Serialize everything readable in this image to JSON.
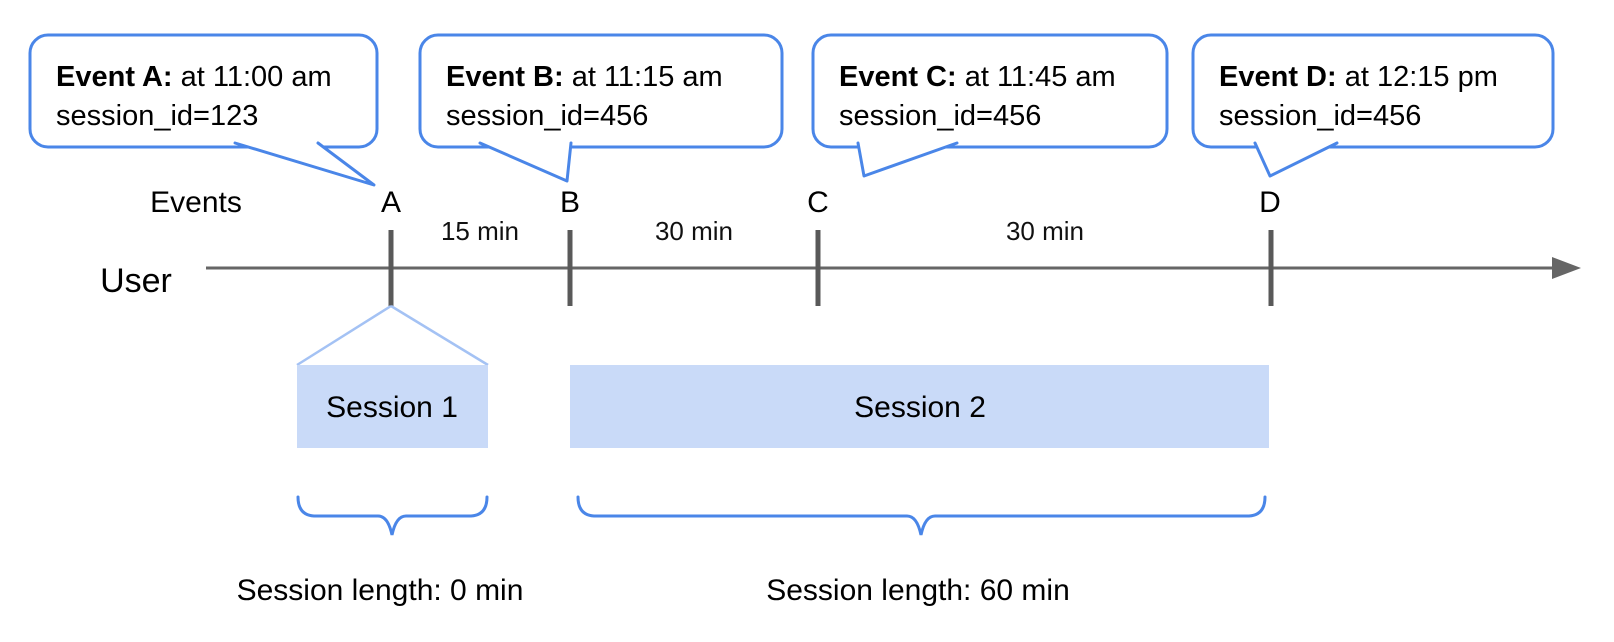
{
  "colors": {
    "callout_border_blue": "#4a86e8",
    "brace_blue": "#4a86e8",
    "funnel_light_blue": "#a4c2f4",
    "session_box_fill": "#c9daf8",
    "axis_gray": "#666666",
    "tick_gray": "#595959",
    "text_black": "#000000"
  },
  "callouts": [
    {
      "event": "A",
      "bold": "Event A:",
      "time": " at 11:00 am",
      "session_line": "session_id=123"
    },
    {
      "event": "B",
      "bold": "Event B:",
      "time": " at 11:15 am",
      "session_line": "session_id=456"
    },
    {
      "event": "C",
      "bold": "Event C:",
      "time": " at 11:45 am",
      "session_line": "session_id=456"
    },
    {
      "event": "D",
      "bold": "Event D:",
      "time": " at 12:15 pm",
      "session_line": "session_id=456"
    }
  ],
  "timeline": {
    "events_row_label": "Events",
    "axis_label": "User",
    "markers": [
      "A",
      "B",
      "C",
      "D"
    ],
    "intervals": [
      "15 min",
      "30 min",
      "30 min"
    ]
  },
  "sessions": [
    {
      "label": "Session 1",
      "length": "Session length: 0 min"
    },
    {
      "label": "Session 2",
      "length": "Session length: 60 min"
    }
  ]
}
